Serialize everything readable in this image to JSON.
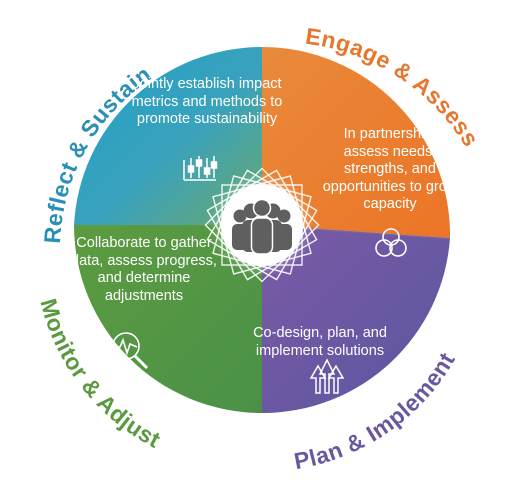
{
  "segments": {
    "reflect": {
      "title": "Reflect & Sustain",
      "description": "Jointly establish impact metrics and methods to promote sustainability",
      "icon": "metrics-sliders-icon",
      "color": "#2a9fc4"
    },
    "engage": {
      "title": "Engage & Assess",
      "description": "In partnership, assess needs, strengths, and opportunities to grow capacity",
      "icon": "overlapping-circles-icon",
      "color": "#e8762d"
    },
    "plan": {
      "title": "Plan & Implement",
      "description": "Co-design, plan, and implement solutions",
      "icon": "upward-arrows-icon",
      "color": "#6b57a0"
    },
    "monitor": {
      "title": "Monitor & Adjust",
      "description": "Collaborate to gather data, assess progress, and determine adjustments",
      "icon": "magnifier-pulse-icon",
      "color": "#5a9a3e"
    }
  },
  "center": {
    "icon": "people-group-icon"
  }
}
